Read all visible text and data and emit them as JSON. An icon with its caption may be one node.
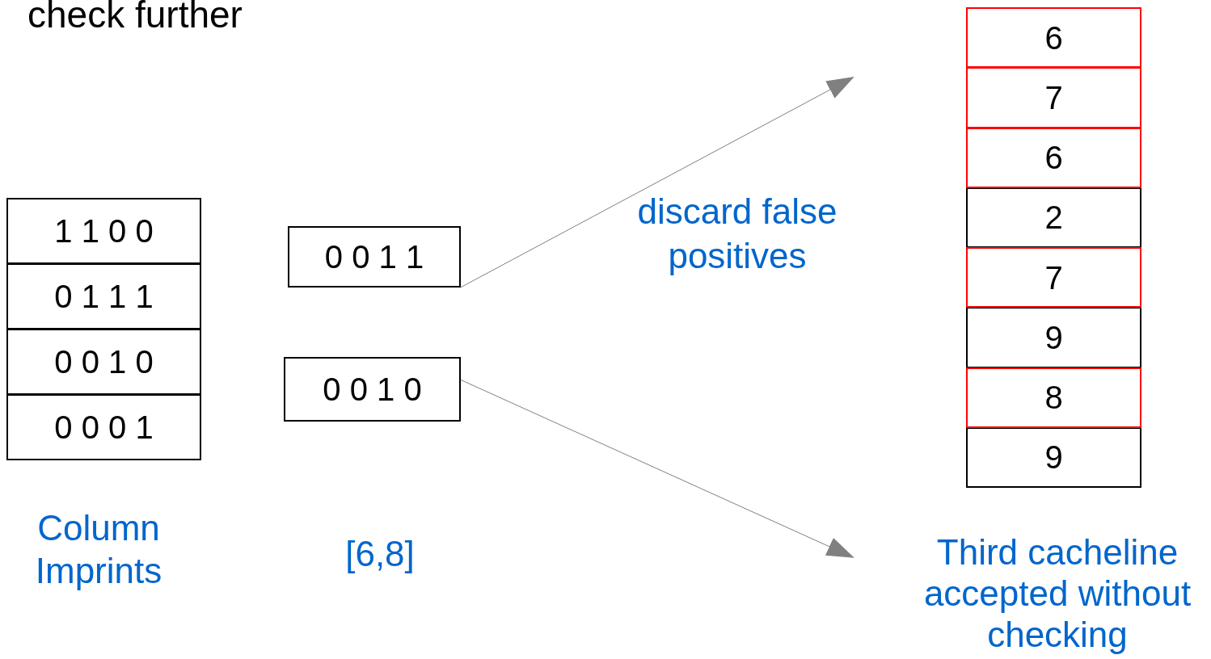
{
  "diagram": {
    "nodes": [
      {
        "text": [
          "1 1 0 0"
        ]
      },
      {
        "text": [
          "0 1 1 1"
        ]
      },
      {
        "text": [
          "0 0 1 0"
        ]
      },
      {
        "text": [
          "0 0 0 1"
        ]
      },
      {
        "text": [
          "0 0 1 1"
        ]
      },
      {
        "text": [
          "0 0 1 0"
        ]
      },
      {
        "text": [
          "6"
        ]
      },
      {
        "text": [
          "7"
        ]
      },
      {
        "text": [
          "6"
        ]
      },
      {
        "text": [
          "2"
        ]
      },
      {
        "text": [
          "7"
        ]
      },
      {
        "text": [
          "9"
        ]
      },
      {
        "text": [
          "8"
        ]
      },
      {
        "text": [
          "9"
        ]
      }
    ],
    "edges": [
      {
        "from": 4,
        "to": null,
        "arrow": "to"
      },
      {
        "from": 5,
        "to": null,
        "arrow": "to"
      }
    ],
    "labels": [
      "check further",
      "discard false positives",
      "Column Imprints",
      "[6,8]",
      "Third cacheline accepted without checking"
    ]
  }
}
